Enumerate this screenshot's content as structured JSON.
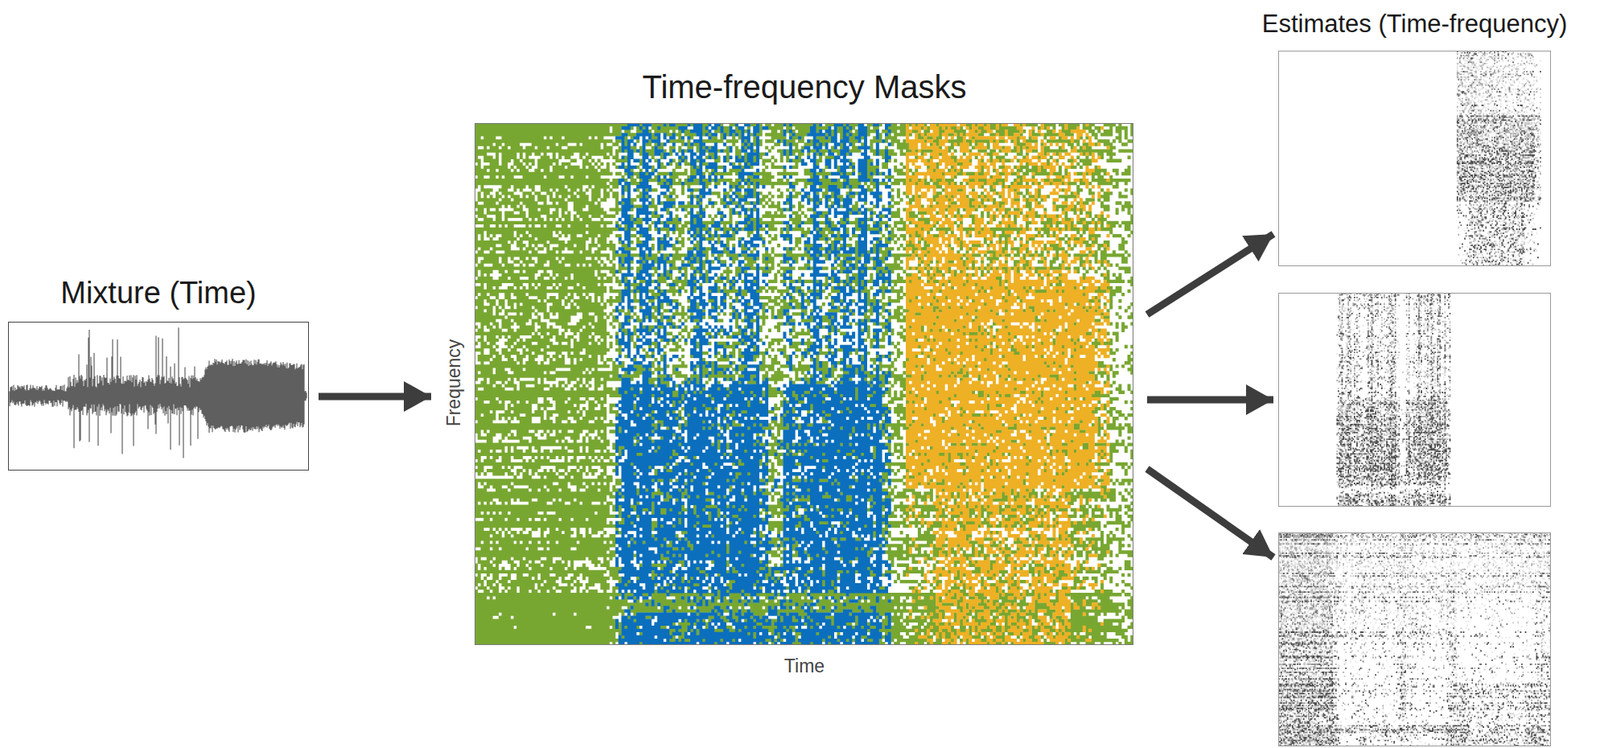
{
  "diagram": {
    "nodes": [
      {
        "text": [
          "Mixture (Time)"
        ]
      },
      {
        "text": [
          "Time-frequency Masks",
          "Frequency",
          "Time"
        ]
      },
      {
        "text": [
          "Estimates (Time-frequency)"
        ]
      },
      {
        "text": []
      },
      {
        "text": []
      }
    ],
    "edges": [
      {
        "from": 0,
        "to": 1,
        "arrow": "to"
      },
      {
        "from": 1,
        "to": 2,
        "arrow": "to"
      },
      {
        "from": 1,
        "to": 3,
        "arrow": "to"
      },
      {
        "from": 1,
        "to": 4,
        "arrow": "to"
      }
    ]
  }
}
